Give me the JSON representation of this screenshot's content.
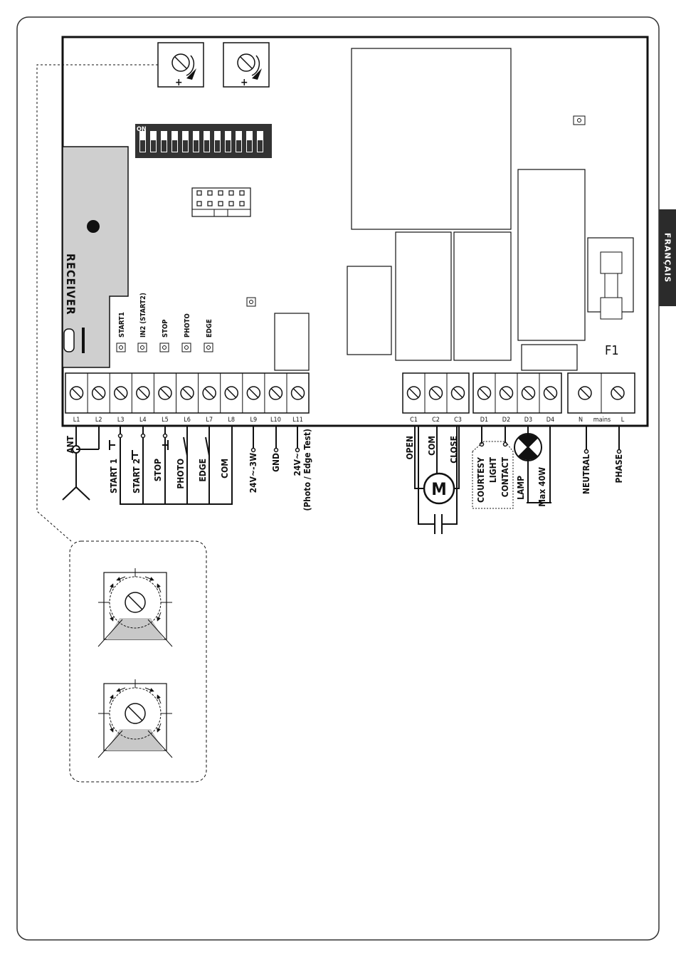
{
  "side_tab": "FRANÇAIS",
  "board": {
    "receiver_label": "RECEIVER",
    "dip_on_label": "ON",
    "fuse_label": "F1",
    "led_labels": [
      "START1",
      "IN2 (START2)",
      "STOP",
      "PHOTO",
      "EDGE"
    ],
    "terminal_ids_left": [
      "L1",
      "L2",
      "L3",
      "L4",
      "L5",
      "L6",
      "L7",
      "L8",
      "L9",
      "L10",
      "L11"
    ],
    "terminal_ids_motor": [
      "C1",
      "C2",
      "C3"
    ],
    "terminal_ids_aux": [
      "D1",
      "D2",
      "D3",
      "D4"
    ],
    "terminal_ids_mains": [
      "N",
      "mains",
      "L"
    ]
  },
  "wiring": {
    "ant": "ANT",
    "start1": "START 1",
    "start2": "START 2",
    "stop": "STOP",
    "photo": "PHOTO",
    "edge": "EDGE",
    "com_left": "COM",
    "power_24v": "24V~-3W",
    "gnd": "GND",
    "power_test_line1": "24V~",
    "power_test_line2": "(Photo / Edge Test)",
    "open": "OPEN",
    "com_motor": "COM",
    "close": "CLOSE",
    "motor_symbol": "M",
    "courtesy_line1": "COURTESY",
    "courtesy_line2": "LIGHT",
    "courtesy_line3": "CONTACT",
    "lamp": "LAMP",
    "lamp_max": "Max 40W",
    "neutral": "NEUTRAL",
    "phase": "PHASE"
  }
}
